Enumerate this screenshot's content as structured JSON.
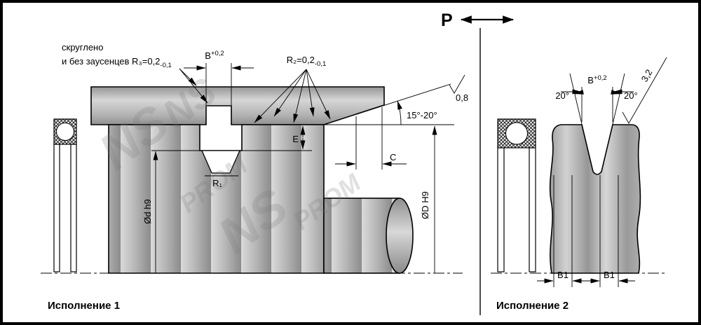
{
  "colors": {
    "background": "#ffffff",
    "line": "#000000",
    "metal_light": "#d6d6d6",
    "metal_dark": "#8c8c8c"
  },
  "pressure": {
    "label": "P"
  },
  "watermark": {
    "brand": "NS",
    "brand_sub": "PROM"
  },
  "view1": {
    "title": "Исполнение 1",
    "note_line1": "скруглено",
    "note_line2": "и без заусенцев R₃=0,2",
    "note_tol": "-0,1",
    "dim_b": "B",
    "dim_b_tol": "+0,2",
    "dim_r2": "R₂=0,2",
    "dim_r2_tol": "-0,1",
    "dim_angle": "15°-20°",
    "roughness": "0,8",
    "dim_e": "E",
    "dim_c": "C",
    "dim_r1": "R₁",
    "dim_shaft": "Ød h9",
    "dim_bore": "ØD H9"
  },
  "view2": {
    "title": "Исполнение 2",
    "angle_left": "20°",
    "angle_right": "20°",
    "dim_b": "B",
    "dim_b_tol": "+0,2",
    "roughness": "3,2",
    "dim_b1_left": "B1",
    "dim_b1_right": "B1"
  }
}
